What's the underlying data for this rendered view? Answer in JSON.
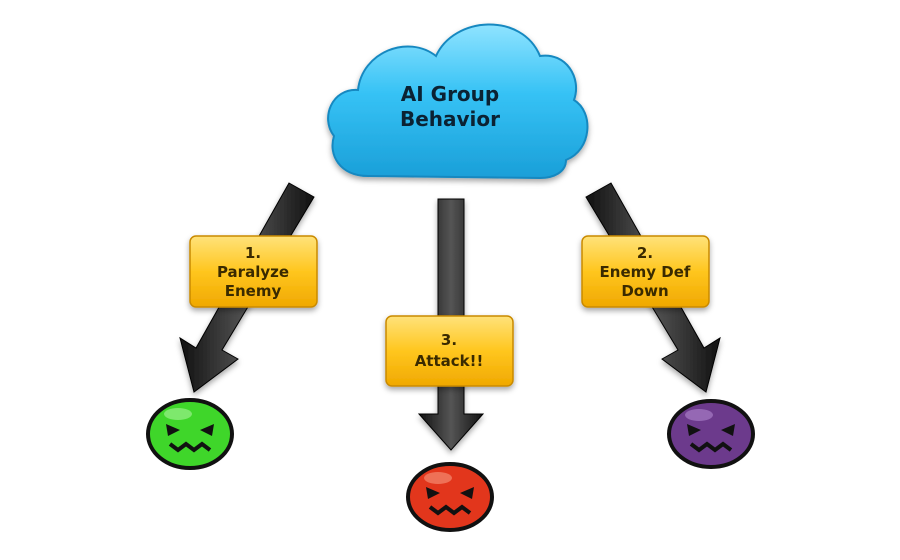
{
  "cloud": {
    "line1": "AI Group",
    "line2": "Behavior",
    "color": "#3cc6f6"
  },
  "steps": [
    {
      "line1": "1.",
      "line2": "Paralyze",
      "line3": "Enemy"
    },
    {
      "line1": "2.",
      "line2": "Enemy Def",
      "line3": "Down"
    },
    {
      "line1": "3.",
      "line2": "Attack!!"
    }
  ],
  "step_box_color": "#ffc61e",
  "arrow_color": "#2b2b2b",
  "slimes": [
    {
      "name": "green-slime",
      "color": "#3fd62a"
    },
    {
      "name": "red-slime",
      "color": "#e2361c"
    },
    {
      "name": "purple-slime",
      "color": "#6c3a8c"
    }
  ]
}
